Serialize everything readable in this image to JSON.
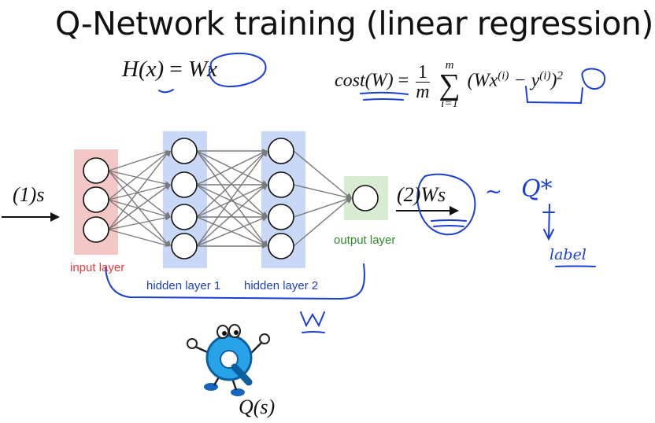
{
  "slide": {
    "title": "Q-Network training (linear regression)"
  },
  "hypothesis": {
    "lhs": "H(x)",
    "eq": "=",
    "rhs": "Wx"
  },
  "cost": {
    "lhs": "cost(W)",
    "eq": "=",
    "frac_num": "1",
    "frac_den": "m",
    "sum_top": "m",
    "sum_bottom": "i=1",
    "sigma": "∑",
    "term_open": "(Wx",
    "sup_i": "(i)",
    "minus": " − y",
    "term_close": ")",
    "sup_2": "2"
  },
  "network": {
    "input_expr": "(1)s",
    "output_expr": "(2)Ws",
    "input_label": "input layer",
    "hidden1_label": "hidden layer 1",
    "hidden2_label": "hidden layer 2",
    "output_label": "output layer",
    "mascot_expr": "Q(s)",
    "mascot_letter": "Q",
    "colors": {
      "input_layer": "#f4c7c7",
      "hidden_layer": "#c8d8f6",
      "output_layer": "#d8ecd2",
      "edge": "#7a7a7a",
      "ink": "#1b3fd6"
    }
  },
  "annotations": {
    "approx": "~",
    "target": "Q*",
    "label_word": "label",
    "weights": "W"
  }
}
